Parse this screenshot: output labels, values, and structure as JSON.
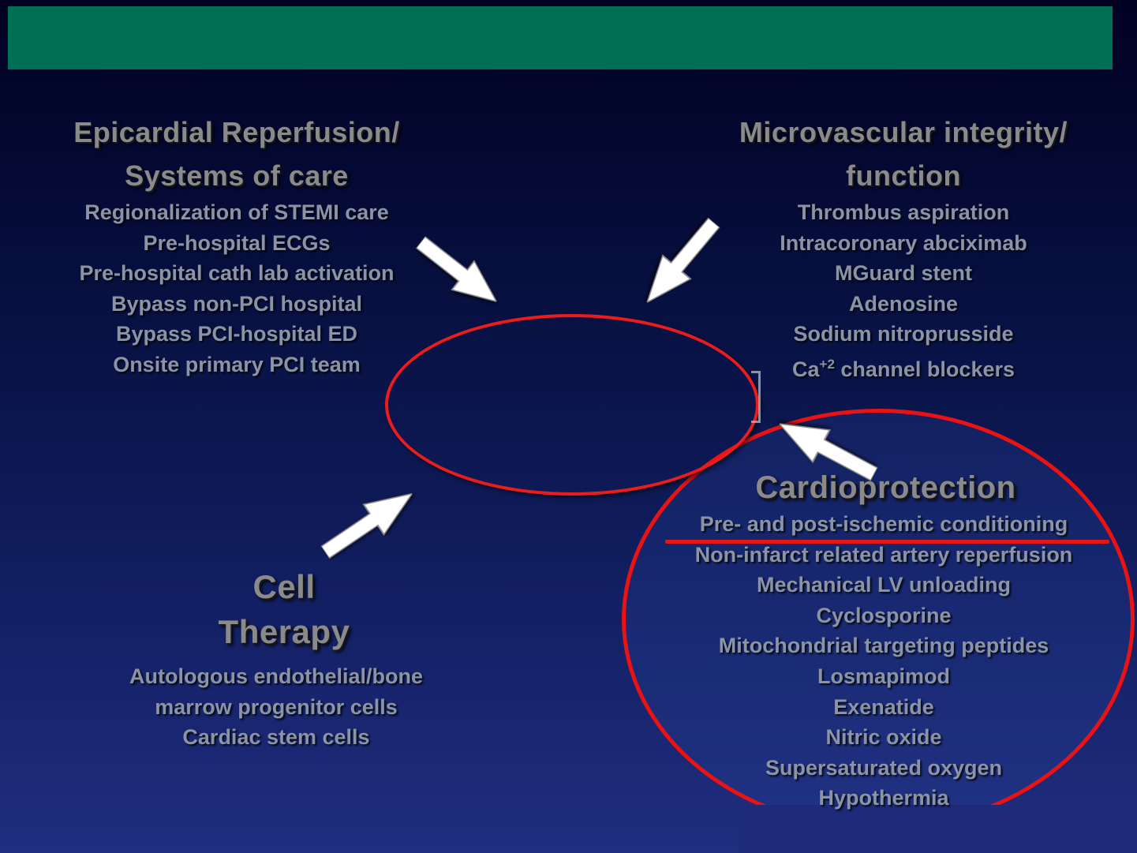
{
  "colors": {
    "top_bar": "#007054",
    "footer_bar": "#1d2b7a",
    "ellipse_red": "#ea1212",
    "underline_red": "#e51616",
    "arrow_fill": "#ffffff"
  },
  "groups": {
    "epicardial": {
      "title_line1": "Epicardial Reperfusion/",
      "title_line2": "Systems of care",
      "items": [
        "Regionalization of STEMI care",
        "Pre-hospital ECGs",
        "Pre-hospital cath lab activation",
        "Bypass non-PCI hospital",
        "Bypass PCI-hospital ED",
        "Onsite primary PCI team"
      ]
    },
    "microvascular": {
      "title_line1": "Microvascular integrity/",
      "title_line2": "function",
      "items": [
        "Thrombus aspiration",
        "Intracoronary abciximab",
        "MGuard stent",
        "Adenosine",
        "Sodium nitroprusside"
      ],
      "ca_item": {
        "base": "Ca",
        "sup": "+2",
        "rest": " channel blockers"
      }
    },
    "cell_therapy": {
      "title_line1": "Cell",
      "title_line2": "Therapy",
      "items": [
        "Autologous endothelial/bone",
        "marrow progenitor cells",
        "Cardiac stem cells"
      ]
    },
    "cardioprotection": {
      "title": "Cardioprotection",
      "items": [
        "Pre- and post-ischemic conditioning",
        "Non-infarct related artery reperfusion",
        "Mechanical LV unloading",
        "Cyclosporine",
        "Mitochondrial targeting peptides",
        "Losmapimod",
        "Exenatide",
        "Nitric oxide",
        "Supersaturated oxygen",
        "Hypothermia"
      ]
    }
  }
}
